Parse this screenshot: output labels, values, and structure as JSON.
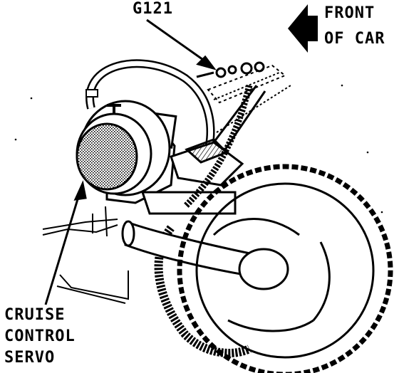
{
  "labels": {
    "ground": "G121",
    "front_line1": "FRONT",
    "front_line2": "OF CAR",
    "servo_line1": "CRUISE",
    "servo_line2": "CONTROL",
    "servo_line3": "SERVO"
  },
  "colors": {
    "ink": "#000000",
    "paper": "#ffffff"
  }
}
